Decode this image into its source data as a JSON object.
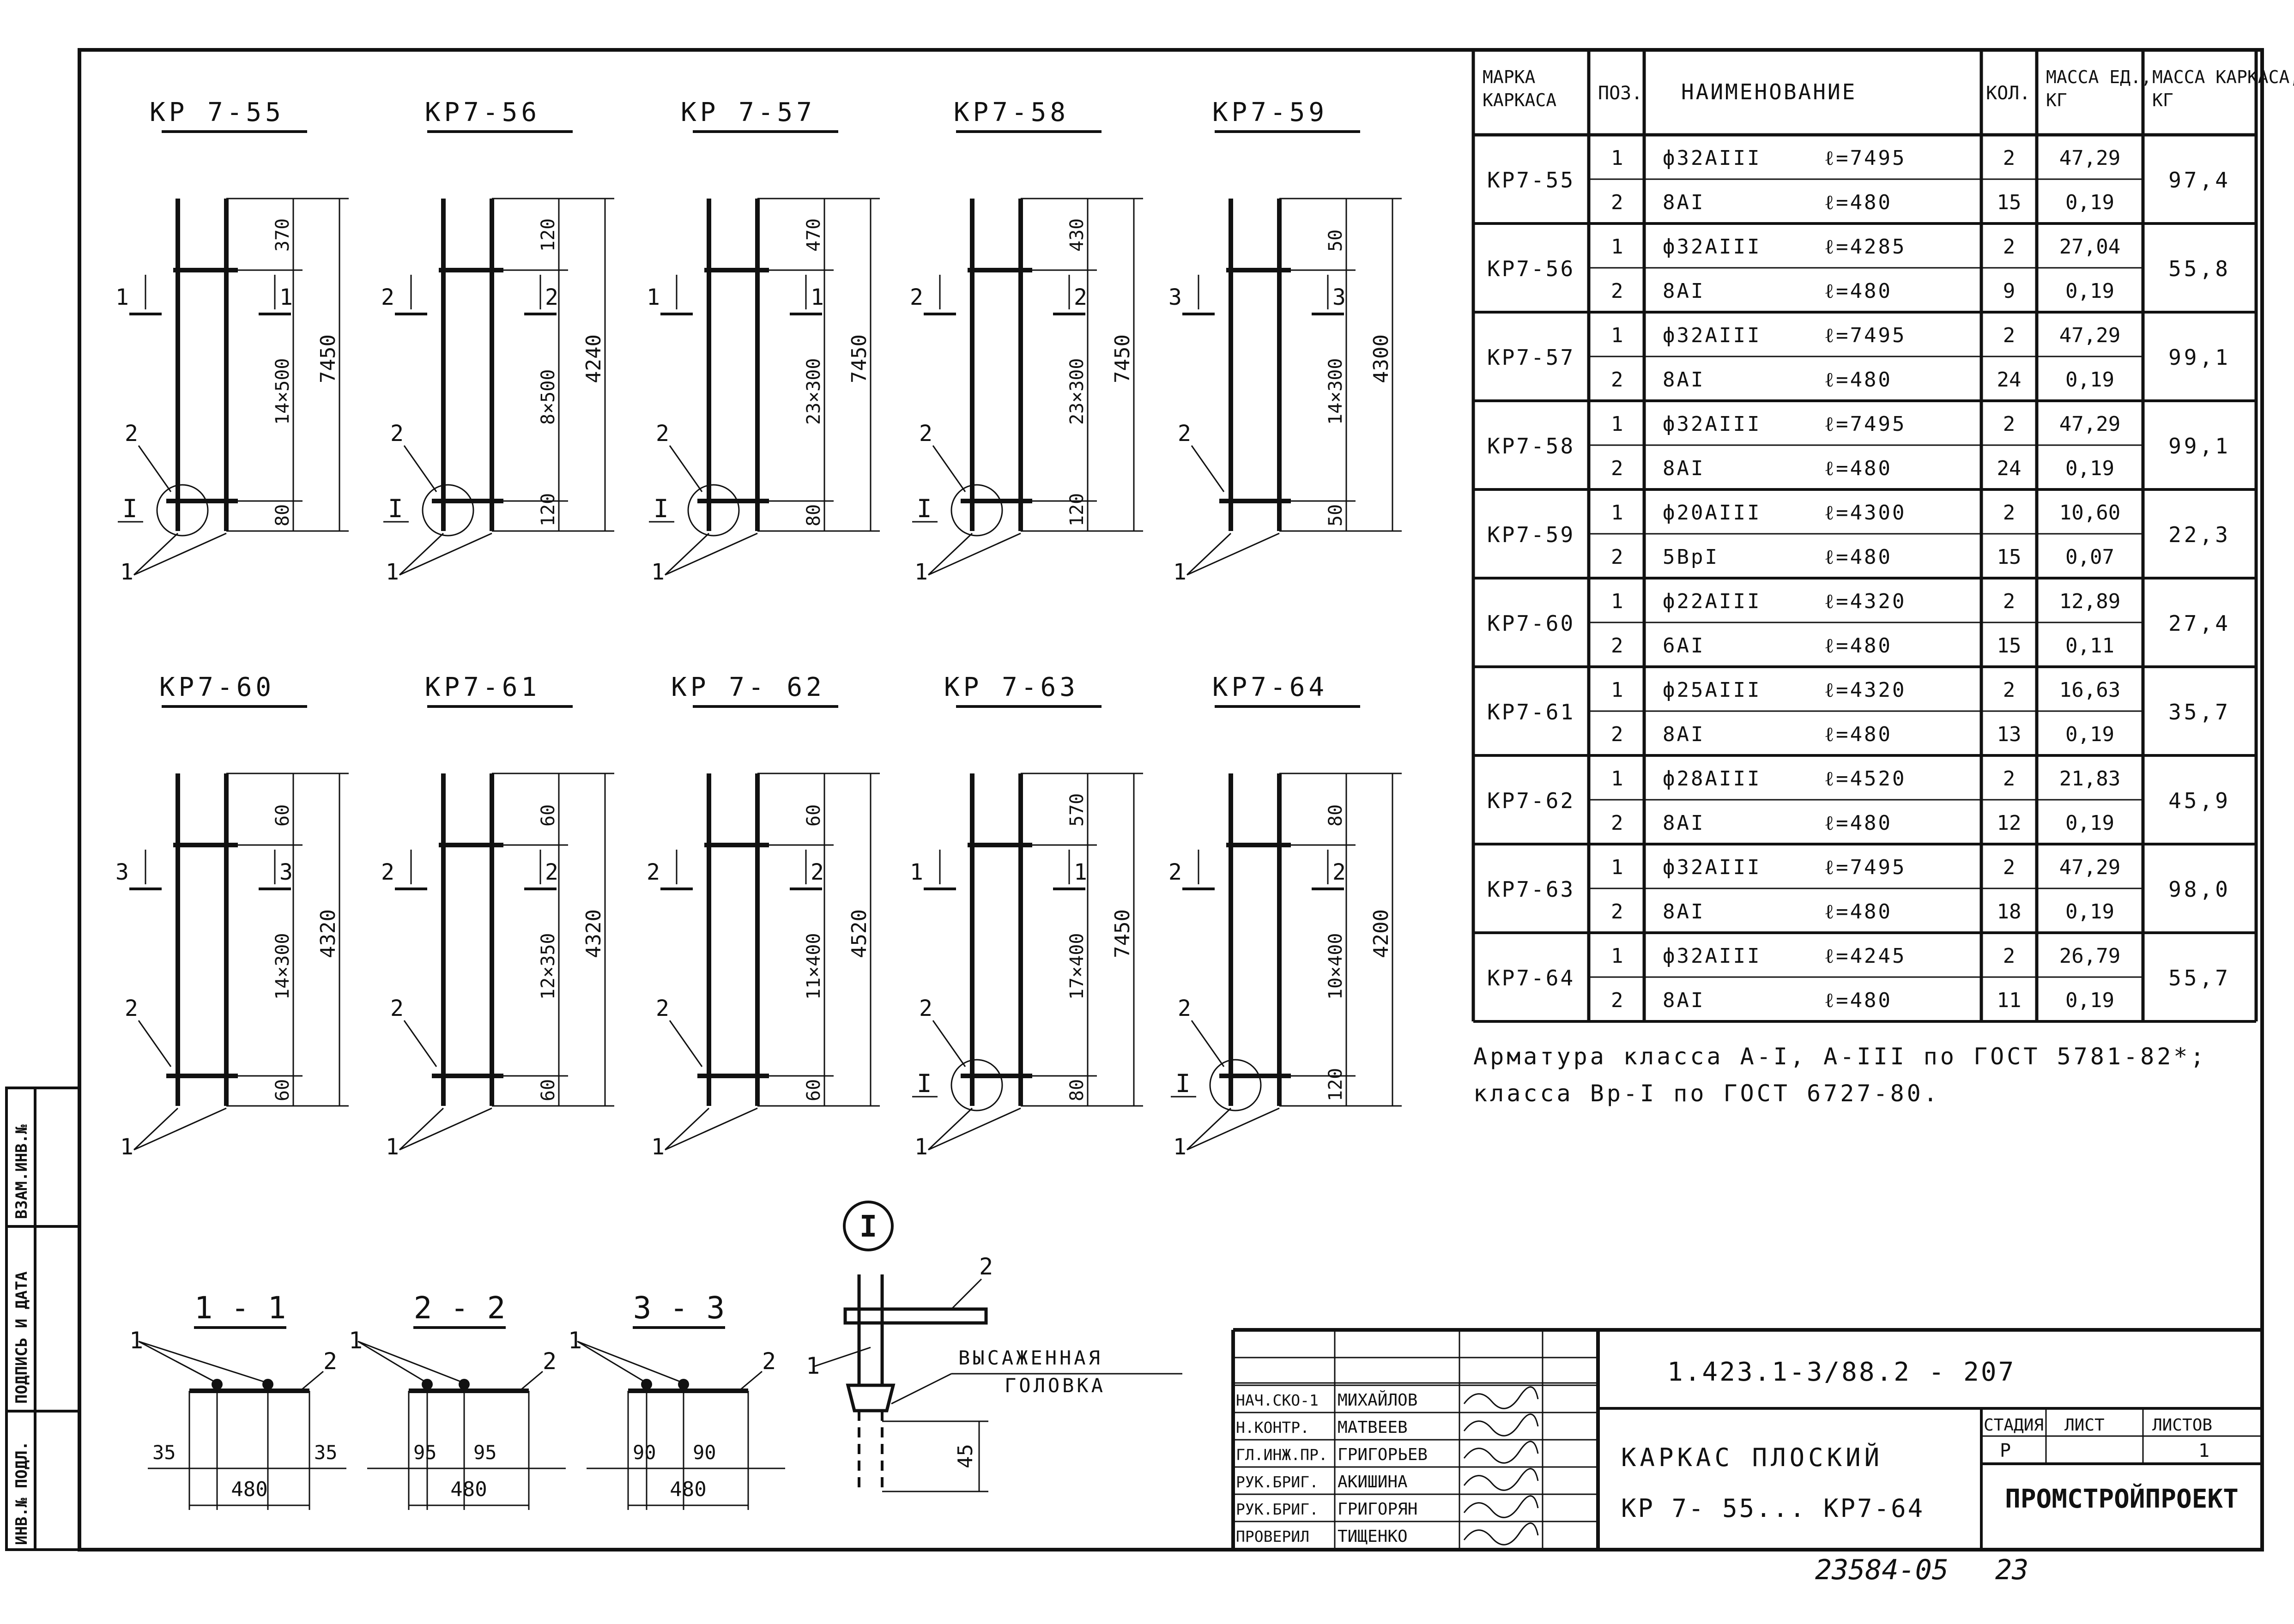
{
  "drawings": [
    {
      "mark": "КР 7-55",
      "spacing": "14×500",
      "total": "7450",
      "top_gap": "370",
      "bottom_gap": "80",
      "section": "1",
      "circle_ref": "I",
      "pos2": "2",
      "pos1": "1"
    },
    {
      "mark": "КР7-56",
      "spacing": "8×500",
      "total": "4240",
      "top_gap": "120",
      "bottom_gap": "120",
      "section": "2",
      "circle_ref": "I",
      "pos2": "2",
      "pos1": "1"
    },
    {
      "mark": "КР 7-57",
      "spacing": "23×300",
      "total": "7450",
      "top_gap": "470",
      "bottom_gap": "80",
      "section": "1",
      "circle_ref": "I",
      "pos2": "2",
      "pos1": "1"
    },
    {
      "mark": "КР7-58",
      "spacing": "23×300",
      "total": "7450",
      "top_gap": "430",
      "bottom_gap": "120",
      "section": "2",
      "circle_ref": "I",
      "pos2": "2",
      "pos1": "1"
    },
    {
      "mark": "КР7-59",
      "spacing": "14×300",
      "total": "4300",
      "top_gap": "50",
      "bottom_gap": "50",
      "section": "3",
      "circle_ref": "",
      "pos2": "2",
      "pos1": "1"
    },
    {
      "mark": "КР7-60",
      "spacing": "14×300",
      "total": "4320",
      "top_gap": "60",
      "bottom_gap": "60",
      "section": "3",
      "circle_ref": "",
      "pos2": "2",
      "pos1": "1"
    },
    {
      "mark": "КР7-61",
      "spacing": "12×350",
      "total": "4320",
      "top_gap": "60",
      "bottom_gap": "60",
      "section": "2",
      "circle_ref": "",
      "pos2": "2",
      "pos1": "1"
    },
    {
      "mark": "КР 7- 62",
      "spacing": "11×400",
      "total": "4520",
      "top_gap": "60",
      "bottom_gap": "60",
      "section": "2",
      "circle_ref": "",
      "pos2": "2",
      "pos1": "1"
    },
    {
      "mark": "КР 7-63",
      "spacing": "17×400",
      "total": "7450",
      "top_gap": "570",
      "bottom_gap": "80",
      "section": "1",
      "circle_ref": "I",
      "pos2": "2",
      "pos1": "1"
    },
    {
      "mark": "КР7-64",
      "spacing": "10×400",
      "total": "4200",
      "top_gap": "80",
      "bottom_gap": "120",
      "section": "2",
      "circle_ref": "I",
      "pos2": "2",
      "pos1": "1"
    }
  ],
  "spec_table": {
    "headers": [
      "МАРКА КАРКАСА",
      "ПОЗ.",
      "НАИМЕНОВАНИЕ",
      "КОЛ.",
      "МАССА ЕД., КГ",
      "МАССА КАРКАСА, КГ"
    ],
    "rows": [
      {
        "mark": "КР7-55",
        "total_mass": "97,4",
        "items": [
          {
            "pos": "1",
            "name": "ф32АIII",
            "len": "ℓ=7495",
            "qty": "2",
            "mass": "47,29"
          },
          {
            "pos": "2",
            "name": "8АI",
            "len": "ℓ=480",
            "qty": "15",
            "mass": "0,19"
          }
        ]
      },
      {
        "mark": "КР7-56",
        "total_mass": "55,8",
        "items": [
          {
            "pos": "1",
            "name": "ф32АIII",
            "len": "ℓ=4285",
            "qty": "2",
            "mass": "27,04"
          },
          {
            "pos": "2",
            "name": "8АI",
            "len": "ℓ=480",
            "qty": "9",
            "mass": "0,19"
          }
        ]
      },
      {
        "mark": "КР7-57",
        "total_mass": "99,1",
        "items": [
          {
            "pos": "1",
            "name": "ф32АIII",
            "len": "ℓ=7495",
            "qty": "2",
            "mass": "47,29"
          },
          {
            "pos": "2",
            "name": "8АI",
            "len": "ℓ=480",
            "qty": "24",
            "mass": "0,19"
          }
        ]
      },
      {
        "mark": "КР7-58",
        "total_mass": "99,1",
        "items": [
          {
            "pos": "1",
            "name": "ф32АIII",
            "len": "ℓ=7495",
            "qty": "2",
            "mass": "47,29"
          },
          {
            "pos": "2",
            "name": "8АI",
            "len": "ℓ=480",
            "qty": "24",
            "mass": "0,19"
          }
        ]
      },
      {
        "mark": "КР7-59",
        "total_mass": "22,3",
        "items": [
          {
            "pos": "1",
            "name": "ф20АIII",
            "len": "ℓ=4300",
            "qty": "2",
            "mass": "10,60"
          },
          {
            "pos": "2",
            "name": "5ВрI",
            "len": "ℓ=480",
            "qty": "15",
            "mass": "0,07"
          }
        ]
      },
      {
        "mark": "КР7-60",
        "total_mass": "27,4",
        "items": [
          {
            "pos": "1",
            "name": "ф22АIII",
            "len": "ℓ=4320",
            "qty": "2",
            "mass": "12,89"
          },
          {
            "pos": "2",
            "name": "6АI",
            "len": "ℓ=480",
            "qty": "15",
            "mass": "0,11"
          }
        ]
      },
      {
        "mark": "КР7-61",
        "total_mass": "35,7",
        "items": [
          {
            "pos": "1",
            "name": "ф25АIII",
            "len": "ℓ=4320",
            "qty": "2",
            "mass": "16,63"
          },
          {
            "pos": "2",
            "name": "8АI",
            "len": "ℓ=480",
            "qty": "13",
            "mass": "0,19"
          }
        ]
      },
      {
        "mark": "КР7-62",
        "total_mass": "45,9",
        "items": [
          {
            "pos": "1",
            "name": "ф28АIII",
            "len": "ℓ=4520",
            "qty": "2",
            "mass": "21,83"
          },
          {
            "pos": "2",
            "name": "8АI",
            "len": "ℓ=480",
            "qty": "12",
            "mass": "0,19"
          }
        ]
      },
      {
        "mark": "КР7-63",
        "total_mass": "98,0",
        "items": [
          {
            "pos": "1",
            "name": "ф32АIII",
            "len": "ℓ=7495",
            "qty": "2",
            "mass": "47,29"
          },
          {
            "pos": "2",
            "name": "8АI",
            "len": "ℓ=480",
            "qty": "18",
            "mass": "0,19"
          }
        ]
      },
      {
        "mark": "КР7-64",
        "total_mass": "55,7",
        "items": [
          {
            "pos": "1",
            "name": "ф32АIII",
            "len": "ℓ=4245",
            "qty": "2",
            "mass": "26,79"
          },
          {
            "pos": "2",
            "name": "8АI",
            "len": "ℓ=480",
            "qty": "11",
            "mass": "0,19"
          }
        ]
      }
    ]
  },
  "notes": {
    "line1": "Арматура класса А-I, А-III по ГОСТ 5781-82*;",
    "line2": "класса Вр-I по ГОСТ 6727-80."
  },
  "sections": [
    {
      "title": "1 - 1",
      "left": "35",
      "right": "35",
      "width": "480",
      "pos1": "1",
      "pos2": "2"
    },
    {
      "title": "2 - 2",
      "left": "95",
      "right": "95",
      "width": "480",
      "pos1": "1",
      "pos2": "2"
    },
    {
      "title": "3 - 3",
      "left": "90",
      "right": "90",
      "width": "480",
      "pos1": "1",
      "pos2": "2"
    }
  ],
  "detail": {
    "ref": "I",
    "label1": "1",
    "label2": "2",
    "caption_line1": "ВЫСАЖЕННАЯ",
    "caption_line2": "ГОЛОВКА",
    "dim": "45"
  },
  "side_stamp": {
    "col1": "ИНВ.№ ПОДЛ.",
    "col2": "ПОДПИСЬ И ДАТА",
    "col3": "ВЗАМ.ИНВ.№"
  },
  "title_block": {
    "doc_code": "1.423.1-3/88.2 - 207",
    "title_line1": "КАРКАС ПЛОСКИЙ",
    "title_line2": "КР 7- 55... КР7-64",
    "stage_label": "СТАДИЯ",
    "sheet_label": "ЛИСТ",
    "sheets_label": "ЛИСТОВ",
    "stage": "Р",
    "sheet": "",
    "sheets": "1",
    "org": "ПРОМСТРОЙПРОЕКТ",
    "roles": [
      {
        "role": "НАЧ.СКО-1",
        "name": "МИХАЙЛОВ"
      },
      {
        "role": "Н.КОНТР.",
        "name": "МАТВЕЕВ"
      },
      {
        "role": "ГЛ.ИНЖ.ПР.",
        "name": "ГРИГОРЬЕВ"
      },
      {
        "role": "РУК.БРИГ.",
        "name": "АКИШИНА"
      },
      {
        "role": "РУК.БРИГ.",
        "name": "ГРИГОРЯН"
      },
      {
        "role": "ПРОВЕРИЛ",
        "name": "ТИЩЕНКО"
      }
    ]
  },
  "footer": {
    "archive_no": "23584-05",
    "page_no": "23"
  }
}
